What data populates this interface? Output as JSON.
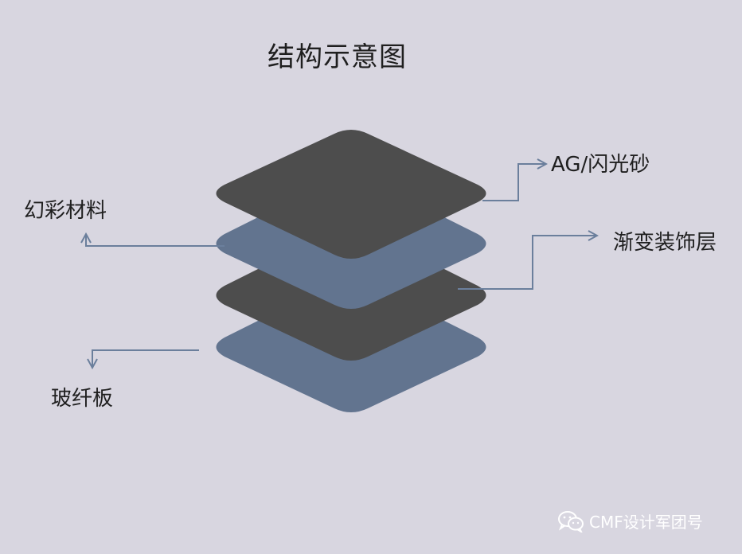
{
  "title": "结构示意图",
  "colors": {
    "background": "#d8d6e0",
    "dark_layer": "#4d4d4d",
    "blue_layer": "#62748f",
    "arrow": "#6b7f9c"
  },
  "layers": [
    {
      "name": "玻纤板",
      "color": "#62748f"
    },
    {
      "name": "渐变装饰层",
      "color": "#4d4d4d"
    },
    {
      "name": "幻彩材料",
      "color": "#62748f"
    },
    {
      "name": "AG/闪光砂",
      "color": "#4d4d4d"
    }
  ],
  "labels": {
    "ag": "AG/闪光砂",
    "jianbian": "渐变装饰层",
    "huancai": "幻彩材料",
    "boxian": "玻纤板"
  },
  "watermark": {
    "text": "CMF设计军团号",
    "icon": "wechat-icon"
  }
}
